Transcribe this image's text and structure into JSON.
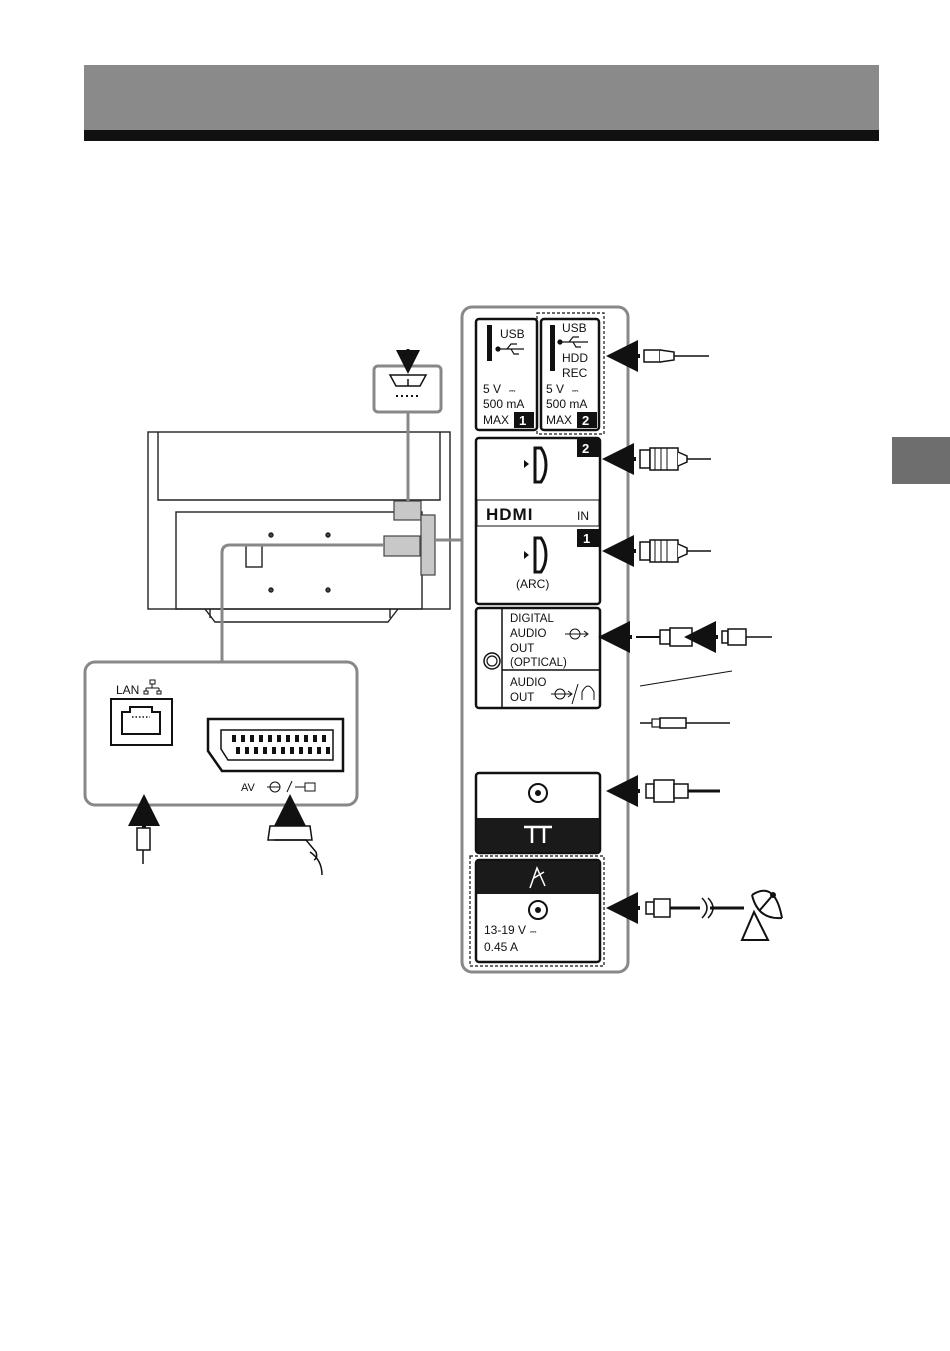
{
  "panel": {
    "usb1": {
      "label": "USB",
      "voltage": "5 V",
      "current": "500 mA",
      "max": "MAX",
      "number": "1"
    },
    "usb2": {
      "label": "USB",
      "hdd": "HDD",
      "rec": "REC",
      "voltage": "5 V",
      "current": "500 mA",
      "max": "MAX",
      "number": "2"
    },
    "hdmi": {
      "logo": "HDMI",
      "in_label": "IN",
      "port2_number": "2",
      "port1_number": "1",
      "arc_label": "(ARC)"
    },
    "digital_audio": {
      "line1": "DIGITAL",
      "line2": "AUDIO",
      "line3": "OUT",
      "line4": "(OPTICAL)"
    },
    "audio_out": {
      "line1": "AUDIO",
      "line2": "OUT"
    },
    "satellite": {
      "voltage": "13-19 V",
      "current": "0.45 A"
    }
  },
  "left_panel": {
    "lan_label": "LAN",
    "av_label": "AV"
  },
  "colors": {
    "header": "#8a8a8a",
    "rule": "#111111",
    "side_tab": "#6e6e6e",
    "panel_border": "#888888",
    "terminal_black": "#1a1a1a"
  },
  "icons": [
    "usb-icon",
    "network-icon",
    "power-input-icon",
    "hdmi-port-icon",
    "optical-port-icon",
    "headphone-icon",
    "antenna-terminal-icon",
    "satellite-dish-icon",
    "scart-connector-icon"
  ]
}
